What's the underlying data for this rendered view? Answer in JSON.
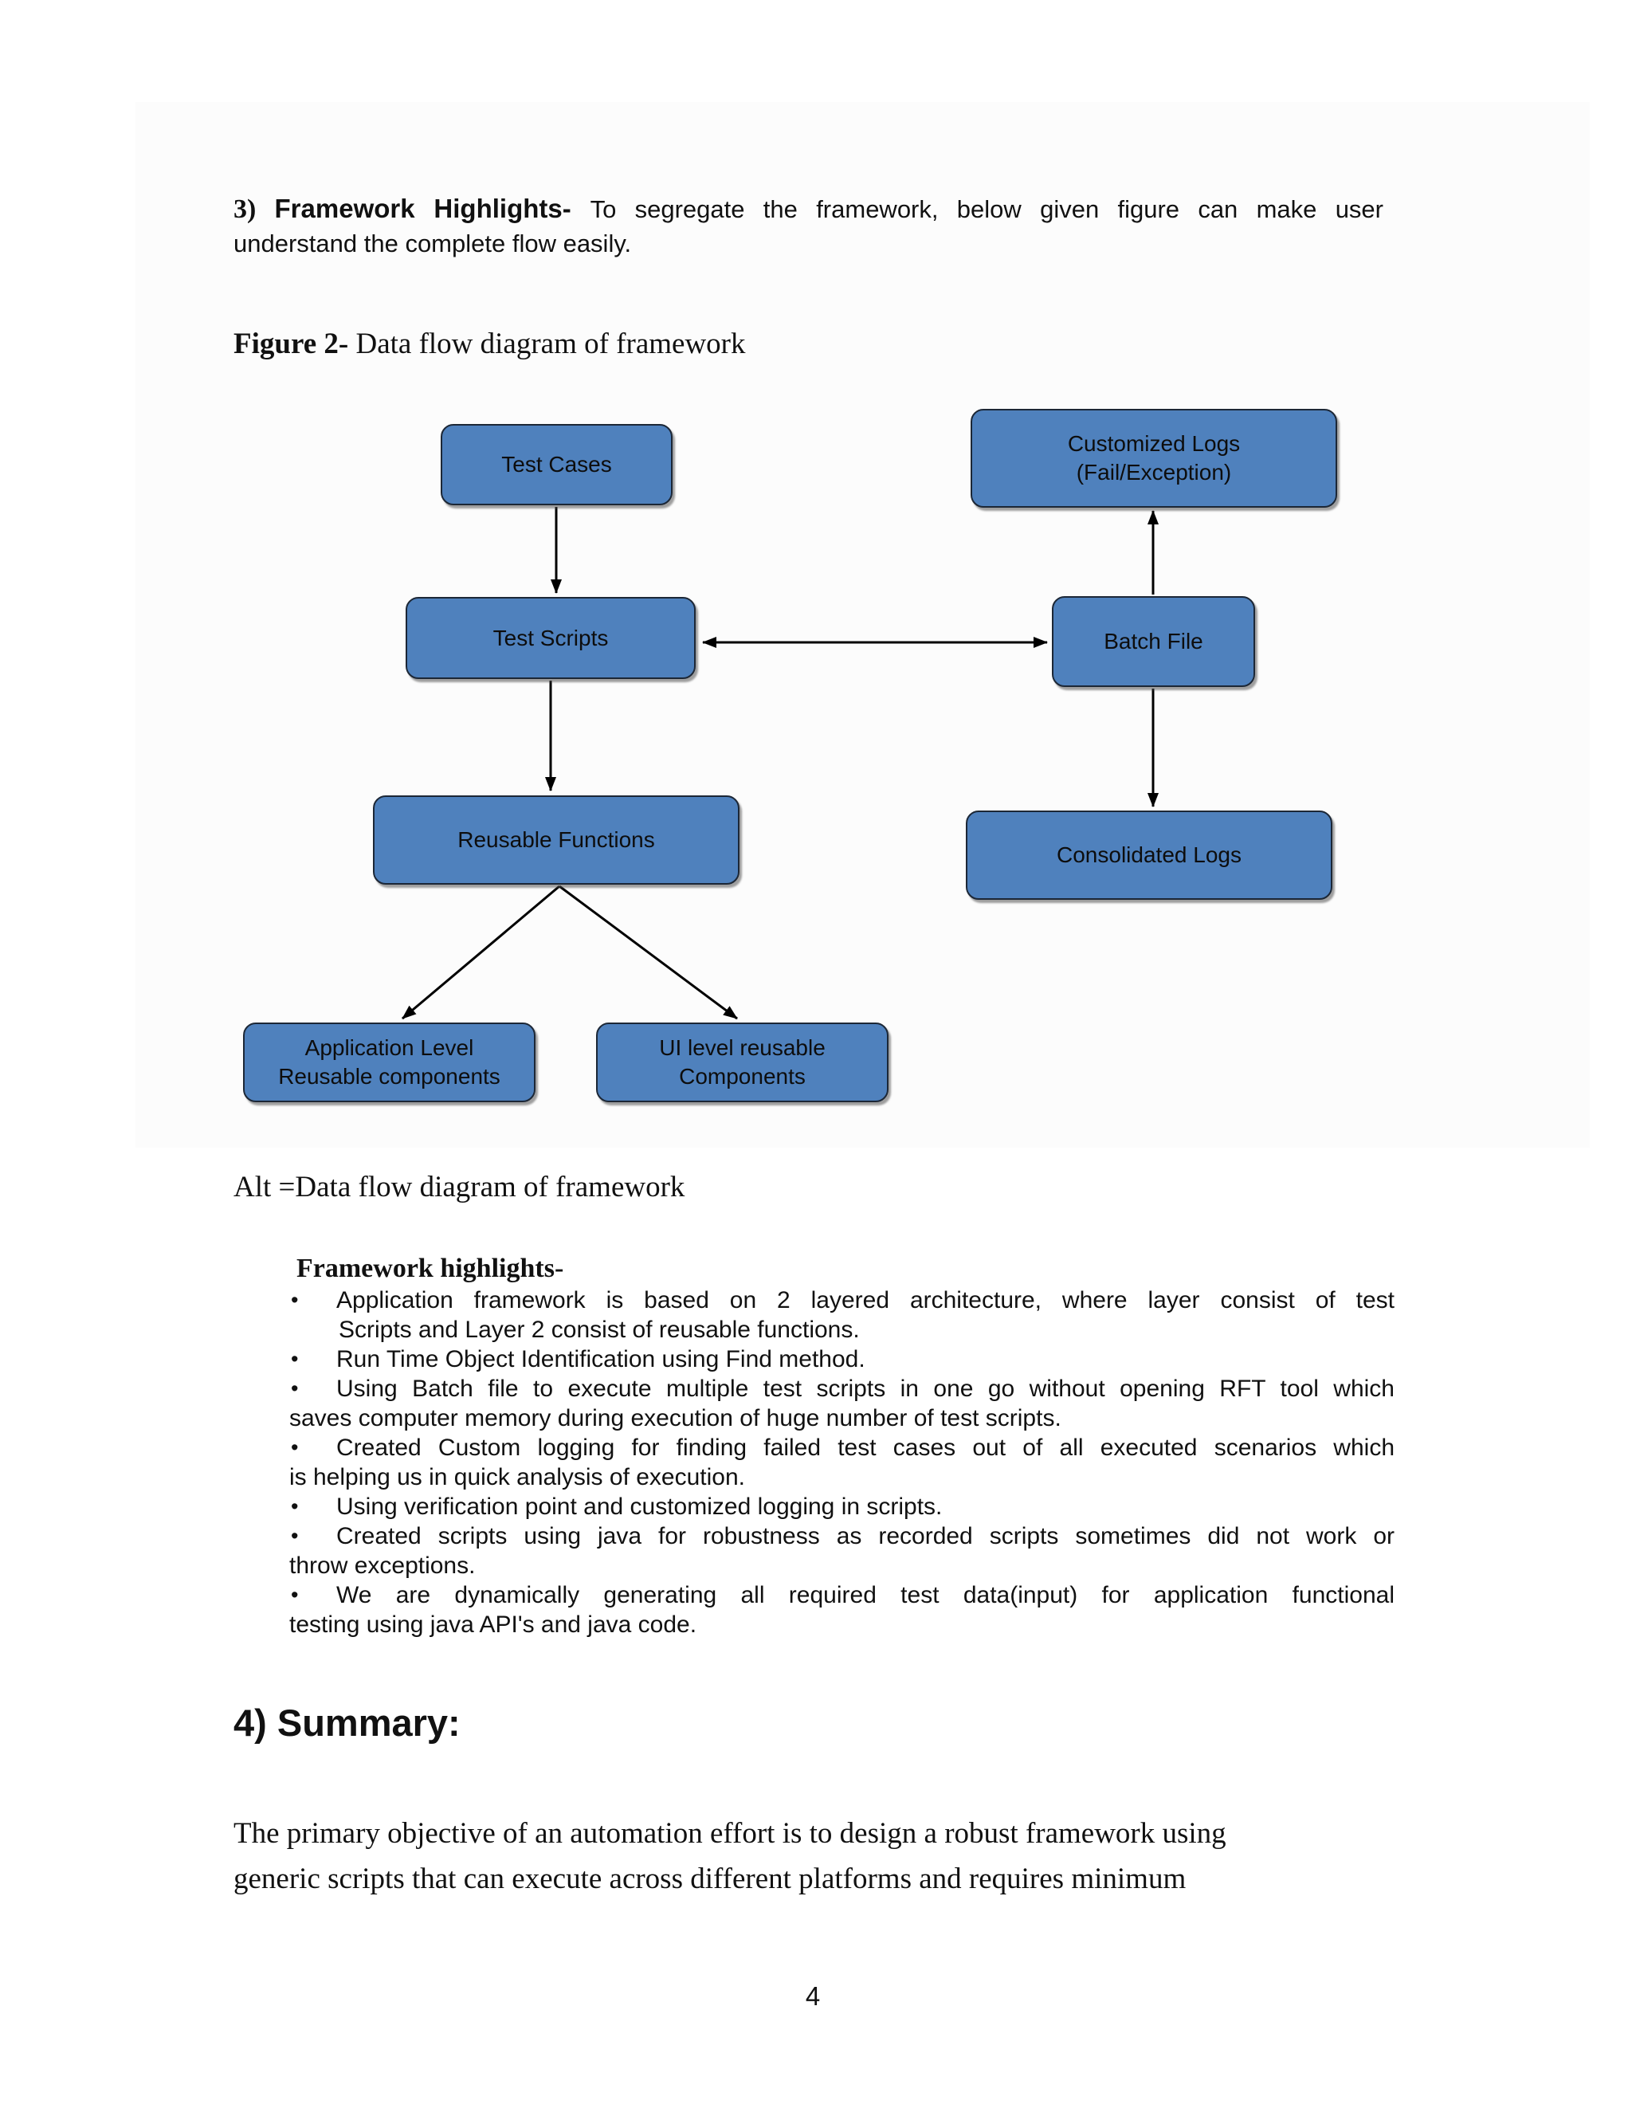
{
  "page": {
    "background": "#ffffff",
    "number": "4"
  },
  "section3": {
    "number": "3) ",
    "title": "Framework Highlights- ",
    "intro_line1": "To segregate the framework, below given figure can make user",
    "intro_line2": "understand the complete flow easily."
  },
  "figure": {
    "caption_bold": "Figure 2- ",
    "caption_text": "Data flow diagram of framework",
    "alt_text": "Alt =Data flow diagram of framework",
    "nodes": {
      "test_cases": "Test Cases",
      "customized_logs": "Customized Logs\n(Fail/Exception)",
      "test_scripts": "Test Scripts",
      "batch_file": "Batch File",
      "reusable_functions": "Reusable Functions",
      "consolidated_logs": "Consolidated Logs",
      "app_level": "Application Level\nReusable components",
      "ui_level": "UI level reusable\nComponents"
    },
    "colors": {
      "node_fill": "#4f81bd",
      "node_border": "#1c2736",
      "arrow": "#000000"
    }
  },
  "highlights": {
    "title": "Framework highlights-",
    "bullet_char": "•",
    "lines": [
      {
        "text": "Application framework is based on 2 layered architecture, where layer consist of test"
      },
      {
        "text": "Scripts and Layer 2 consist of reusable functions."
      },
      {
        "text": "Run Time Object Identification using Find method."
      },
      {
        "text": "Using Batch file to execute multiple test scripts in one go without opening RFT tool which"
      },
      {
        "text": "saves computer memory during execution of huge number of test scripts."
      },
      {
        "text": "Created Custom logging for finding failed test cases out of all executed scenarios which"
      },
      {
        "text": "is helping us in quick analysis of execution."
      },
      {
        "text": "Using verification point and customized logging in scripts."
      },
      {
        "text": "Created scripts using java for robustness as recorded scripts sometimes did not work or"
      },
      {
        "text": "throw exceptions."
      },
      {
        "text": "We are dynamically generating all required test data(input) for application functional"
      },
      {
        "text": "testing using java API's and java code."
      }
    ]
  },
  "section4": {
    "title": "4) Summary:",
    "para_line1": "The primary objective of an automation effort is to design a robust framework using",
    "para_line2": "generic scripts that can execute across different platforms and requires minimum"
  }
}
